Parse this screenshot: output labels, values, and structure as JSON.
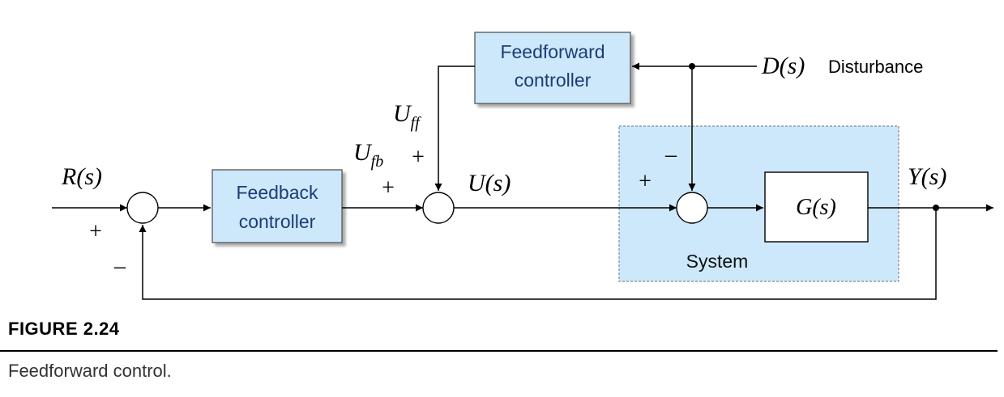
{
  "blocks": {
    "feedforward": [
      "Feedforward",
      "controller"
    ],
    "feedback": [
      "Feedback",
      "controller"
    ],
    "plant": "G(s)",
    "system_label": "System"
  },
  "signals": {
    "reference": "R(s)",
    "disturbance": "D(s)",
    "disturbance_word": "Disturbance",
    "control": "U(s)",
    "output": "Y(s)",
    "u_ff": {
      "base": "U",
      "sub": "ff"
    },
    "u_fb": {
      "base": "U",
      "sub": "fb"
    }
  },
  "signs": {
    "ref_plus": "+",
    "fb_minus": "–",
    "uff_plus": "+",
    "ufb_plus": "+",
    "sys_plus": "+",
    "dist_minus": "–"
  },
  "colors": {
    "block_fill": "#cde7fb",
    "system_fill": "#cde8fa",
    "line": "#000000"
  },
  "figure": {
    "number": "FIGURE 2.24",
    "caption": "Feedforward control."
  }
}
